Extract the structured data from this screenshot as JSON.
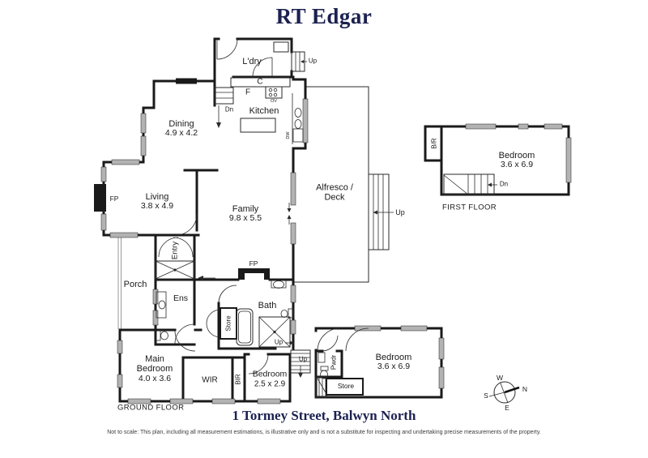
{
  "brand": {
    "title": "RT Edgar"
  },
  "plan": {
    "ground": {
      "floor_label": "GROUND FLOOR",
      "rooms": {
        "laundry": {
          "name": "L'dry"
        },
        "kitchen": {
          "name": "Kitchen"
        },
        "dining": {
          "name": "Dining",
          "dims": "4.9 x 4.2"
        },
        "living": {
          "name": "Living",
          "dims": "3.8 x 4.9"
        },
        "family": {
          "name": "Family",
          "dims": "9.8 x 5.5"
        },
        "alfresco": {
          "name_line1": "Alfresco /",
          "name_line2": "Deck"
        },
        "porch": {
          "name": "Porch"
        },
        "entry": {
          "name": "Entry"
        },
        "ensuite": {
          "name": "Ens"
        },
        "bath": {
          "name": "Bath"
        },
        "bath_store": {
          "name": "Store"
        },
        "main_bedroom": {
          "name_line1": "Main",
          "name_line2": "Bedroom",
          "dims": "4.0 x 3.6"
        },
        "wir": {
          "name": "WIR"
        },
        "bir": {
          "name": "BIR"
        },
        "bedroom2": {
          "name": "Bedroom",
          "dims": "2.5 x 2.9"
        },
        "powder": {
          "name": "Pwdr"
        },
        "rear_store": {
          "name": "Store"
        },
        "bedroom3": {
          "name": "Bedroom",
          "dims": "3.6 x 6.9"
        }
      }
    },
    "first": {
      "floor_label": "FIRST FLOOR",
      "rooms": {
        "bedroom": {
          "name": "Bedroom",
          "dims": "3.6 x 6.9"
        },
        "robe": {
          "name": "B/R"
        }
      }
    },
    "annotations": {
      "up": "Up",
      "down": "Dn",
      "fireplace": "FP",
      "cupboard": "C",
      "fridge": "F",
      "oven": "OV",
      "dishwasher": "DW"
    },
    "compass": {
      "n": "N",
      "e": "E",
      "s": "S",
      "w": "W"
    }
  },
  "footer": {
    "address": "1 Tormey Street, Balwyn North",
    "disclaimer": "Not to scale: This plan, including all measurement estimations, is illustrative only and is not a substitute for inspecting and undertaking precise measurements of the property."
  },
  "colors": {
    "brand_navy": "#1b2150",
    "wall": "#1a1a1a",
    "window_grey": "#b3b3b3"
  }
}
